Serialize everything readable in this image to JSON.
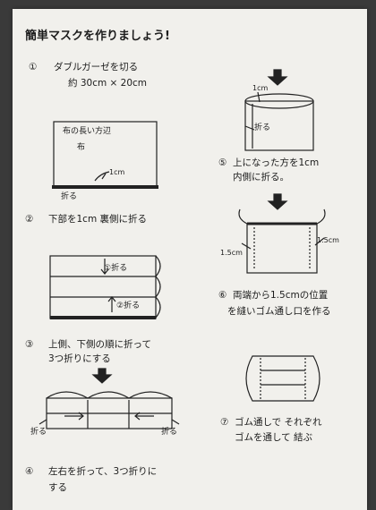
{
  "title": "簡単マスクを作りましょう!",
  "steps": {
    "s1": {
      "num": "①",
      "line1": "ダブルガーゼを切る",
      "line2": "約 30cm × 20cm"
    },
    "s2": {
      "num": "②",
      "line1": "下部を1cm 裏側に折る"
    },
    "s3": {
      "num": "③",
      "line1": "上側、下側の順に折って",
      "line2": "3つ折りにする"
    },
    "s4": {
      "num": "④",
      "line1": "左右を折って、3つ折りに",
      "line2": "する"
    },
    "s5": {
      "num": "⑤",
      "line1": "上になった方を1cm",
      "line2": "内側に折る。"
    },
    "s6": {
      "num": "⑥",
      "line1": "両端から1.5cmの位置",
      "line2": "を縫いゴム通し口を作る"
    },
    "s7": {
      "num": "⑦",
      "line1": "ゴム通しで それぞれ",
      "line2": "ゴムを通して 結ぶ"
    }
  },
  "labels": {
    "long_side": "布の長い方辺",
    "cloth": "布",
    "one_cm": "1cm",
    "fold": "折る",
    "fold_top": "①折る",
    "fold_bottom": "②折る",
    "fold_left": "折る",
    "fold_right": "折る",
    "one_cm_b": "1cm",
    "fold_b": "折る",
    "one_five_left": "1.5cm",
    "one_five_right": "1.5cm"
  }
}
